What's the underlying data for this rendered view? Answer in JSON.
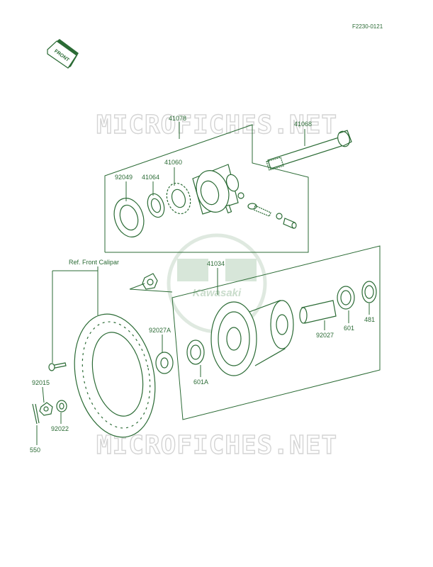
{
  "header": {
    "code": "F2230-0121"
  },
  "front_arrow": {
    "label": "FRONT"
  },
  "watermark": {
    "top": "MICROFICHES.NET",
    "bottom": "MICROFICHES.NET",
    "brand": "Kawasaki"
  },
  "labels": {
    "p41078": "41078",
    "p41068": "41068",
    "p41060": "41060",
    "p92049": "92049",
    "p41064": "41064",
    "ref_caliper": "Ref. Front Calipar",
    "p41034": "41034",
    "p92027A": "92027A",
    "p92027": "92027",
    "p601": "601",
    "p481": "481",
    "p601A": "601A",
    "p92015": "92015",
    "p92022": "92022",
    "p550": "550"
  },
  "colors": {
    "ink": "#2b6b35",
    "watermark": "#d4d4d4"
  }
}
